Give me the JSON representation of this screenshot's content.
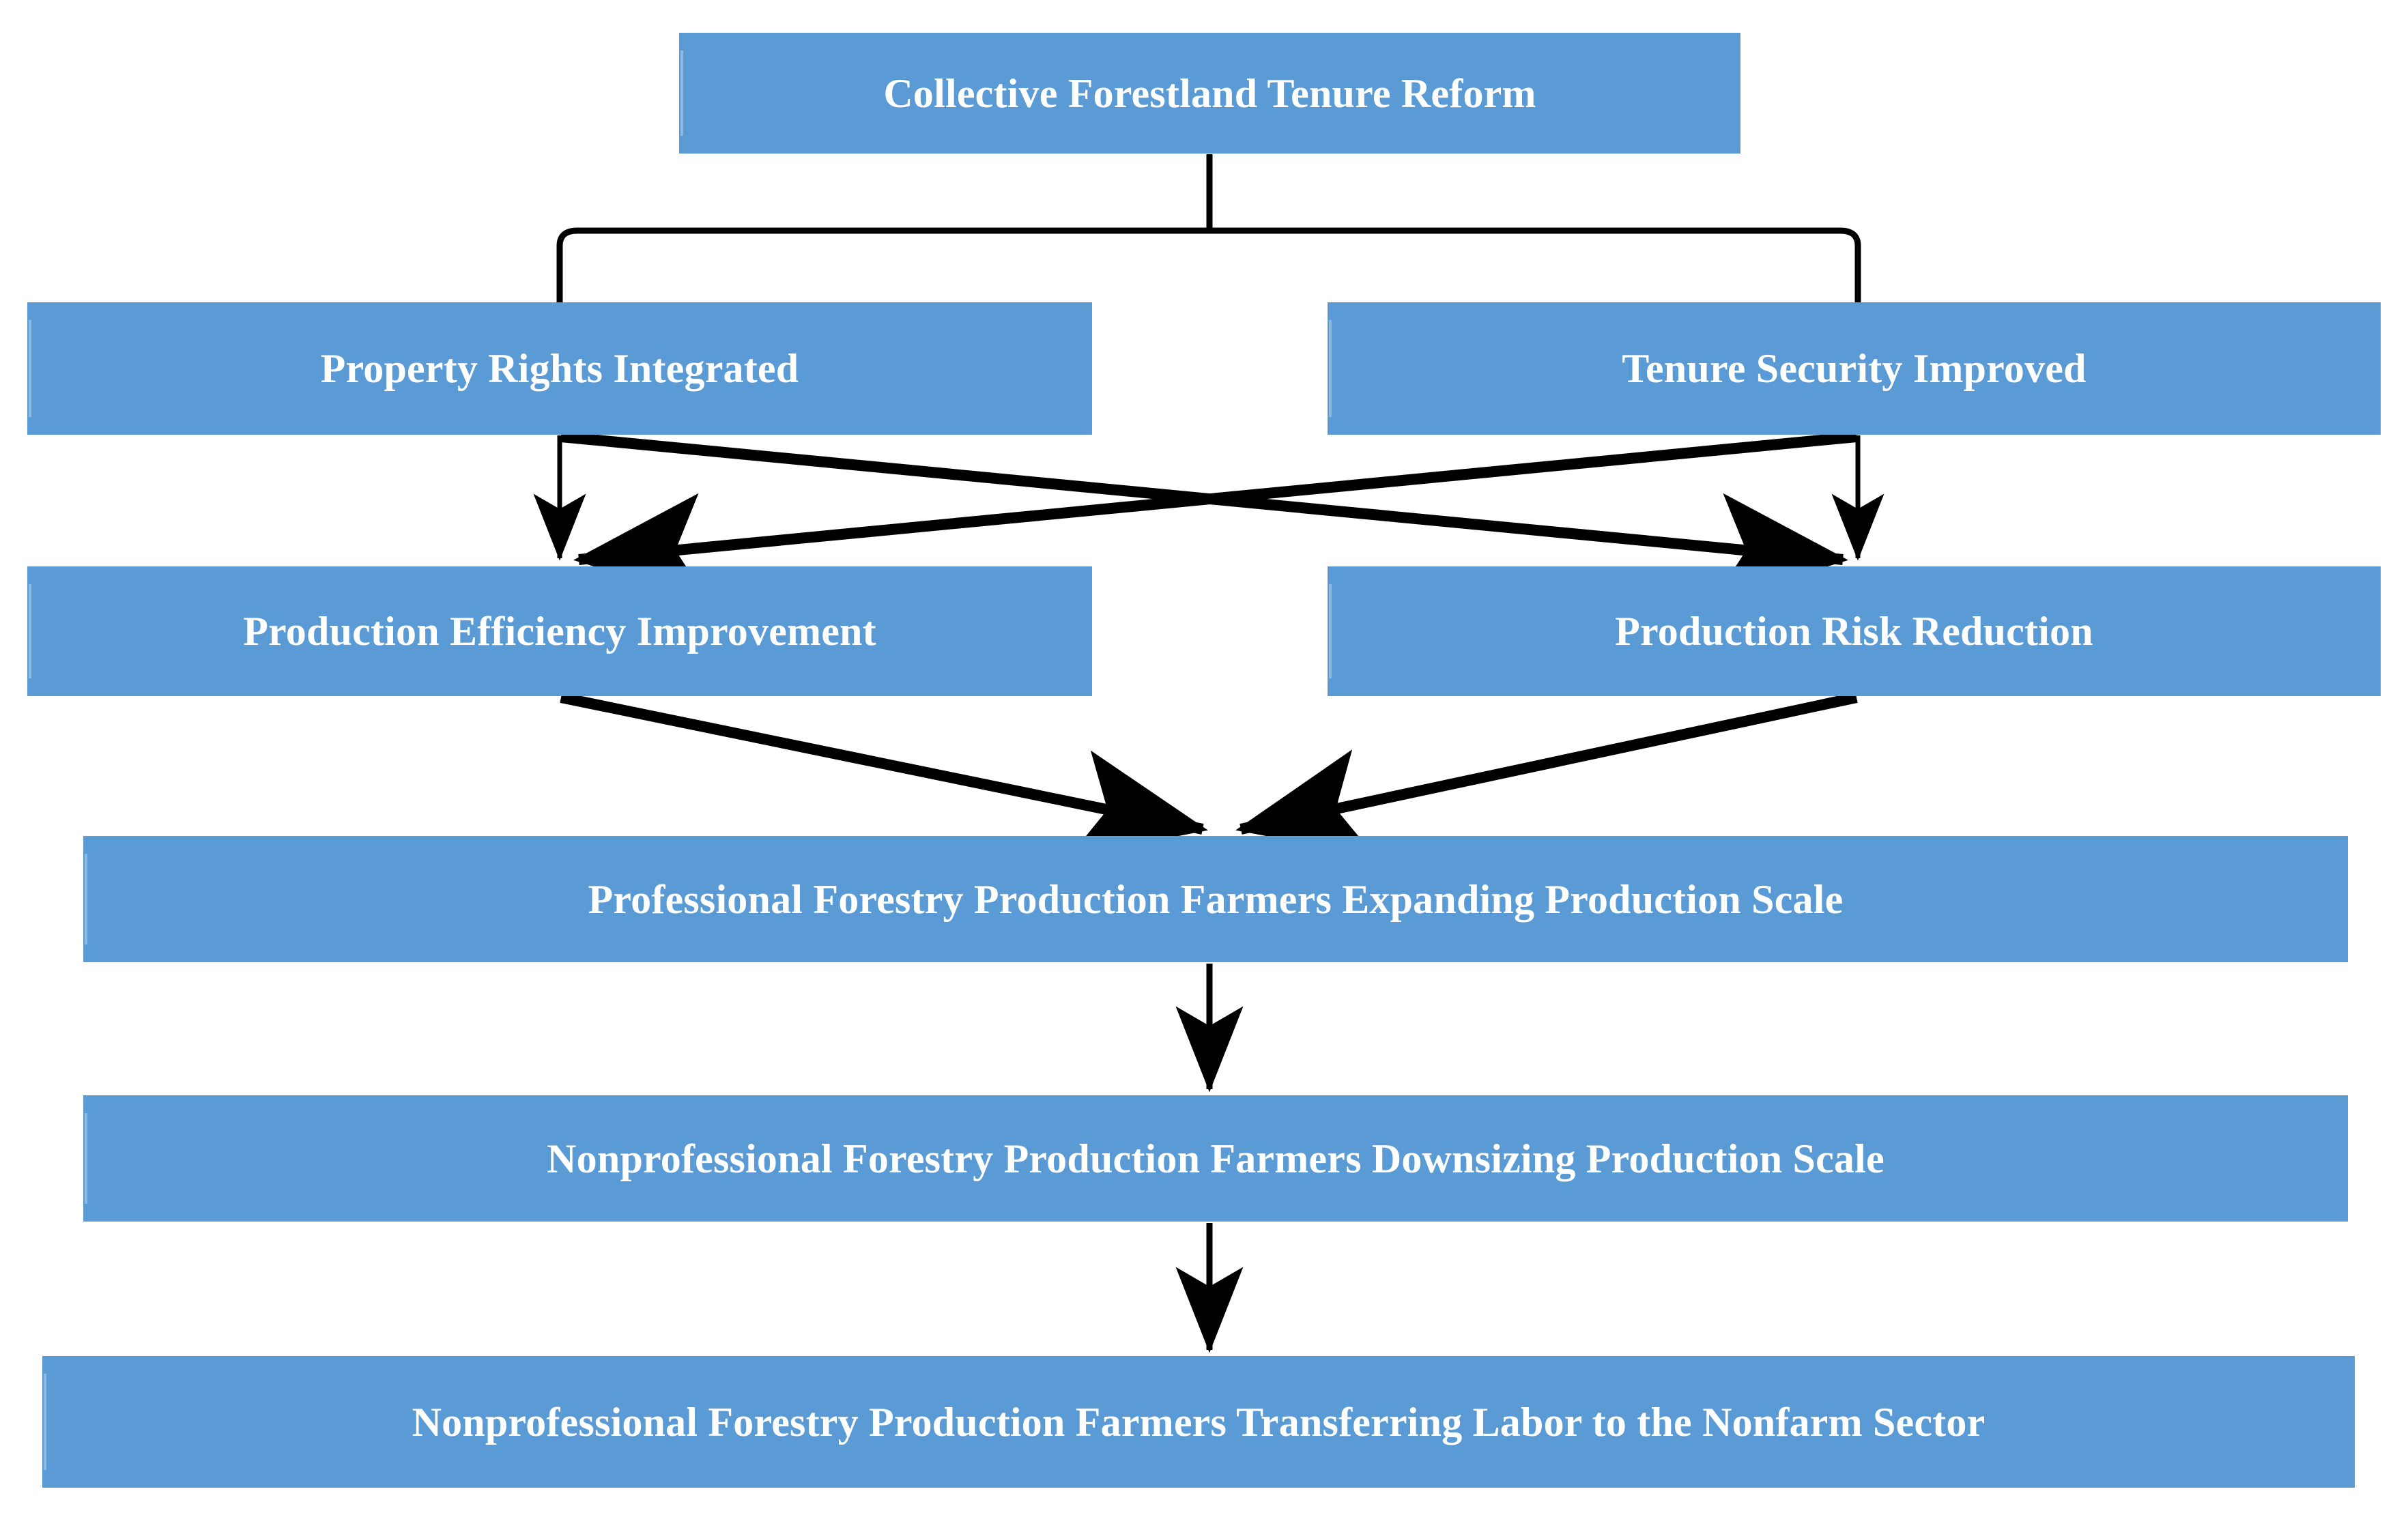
{
  "diagram": {
    "title": "Collective Forestland Tenure Reform impact pathway flowchart",
    "background_color": "#FFFFFF",
    "node_fill_color": "#5B9BD5",
    "node_text_color": "#FFFFFF",
    "connector_color": "#000000",
    "nodes": [
      {
        "id": "root",
        "label": "Collective Forestland Tenure Reform",
        "level": 1
      },
      {
        "id": "rights",
        "label": "Property Rights Integrated",
        "level": 2
      },
      {
        "id": "tenure",
        "label": "Tenure Security Improved",
        "level": 2
      },
      {
        "id": "eff",
        "label": "Production Efficiency Improvement",
        "level": 3
      },
      {
        "id": "risk",
        "label": "Production Risk Reduction",
        "level": 3
      },
      {
        "id": "expand",
        "label": "Professional Forestry Production Farmers Expanding Production Scale",
        "level": 4
      },
      {
        "id": "downsz",
        "label": "Nonprofessional Forestry Production Farmers Downsizing Production Scale",
        "level": 5
      },
      {
        "id": "transf",
        "label": "Nonprofessional Forestry Production Farmers Transferring Labor to the Nonfarm Sector",
        "level": 6
      }
    ],
    "edges": [
      {
        "from": "root",
        "to": "rights",
        "style": "bracket"
      },
      {
        "from": "root",
        "to": "tenure",
        "style": "bracket"
      },
      {
        "from": "rights",
        "to": "eff",
        "style": "arrow-vertical"
      },
      {
        "from": "rights",
        "to": "risk",
        "style": "arrow-diagonal"
      },
      {
        "from": "tenure",
        "to": "eff",
        "style": "arrow-diagonal"
      },
      {
        "from": "tenure",
        "to": "risk",
        "style": "arrow-vertical"
      },
      {
        "from": "eff",
        "to": "expand",
        "style": "arrow-diagonal"
      },
      {
        "from": "risk",
        "to": "expand",
        "style": "arrow-diagonal"
      },
      {
        "from": "expand",
        "to": "downsz",
        "style": "arrow-vertical"
      },
      {
        "from": "downsz",
        "to": "transf",
        "style": "arrow-vertical"
      }
    ]
  }
}
